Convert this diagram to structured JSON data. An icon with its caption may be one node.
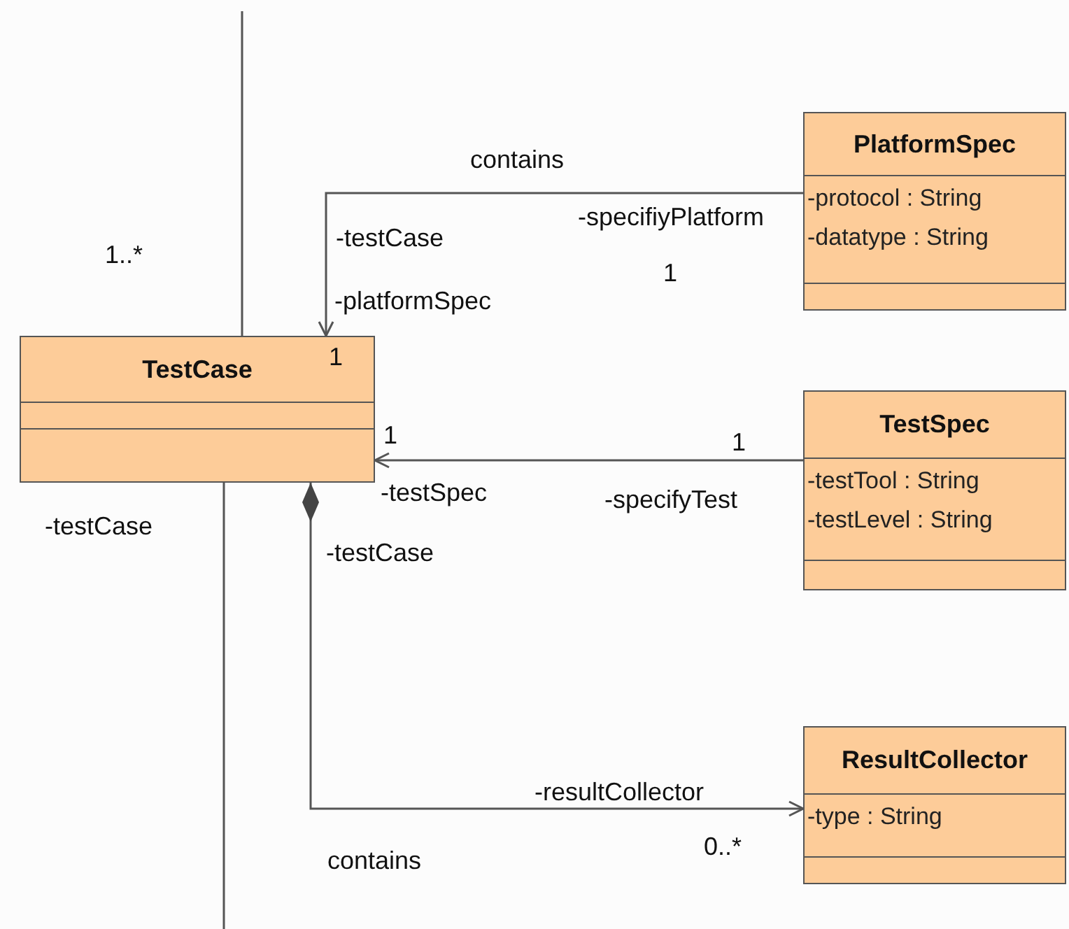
{
  "diagram": {
    "nodes": [
      {
        "text": [
          "TestCase"
        ]
      },
      {
        "text": [
          "PlatformSpec",
          "-protocol : String",
          "-datatype : String"
        ]
      },
      {
        "text": [
          "TestSpec",
          "-testTool : String",
          "-testLevel : String"
        ]
      },
      {
        "text": [
          "ResultCollector",
          "-type : String"
        ]
      }
    ],
    "edges": [
      {
        "from": 1,
        "to": 0,
        "arrow": "to",
        "label": "contains"
      },
      {
        "from": 2,
        "to": 0,
        "arrow": "to"
      },
      {
        "from": 0,
        "to": 3,
        "arrow": "to",
        "label": "contains"
      },
      {
        "from": null,
        "to": 0,
        "arrow": "none"
      },
      {
        "from": 0,
        "to": null,
        "arrow": "none"
      }
    ],
    "labels": [
      "1..*",
      "-testCase",
      "-specifiyPlatform",
      "1",
      "-platformSpec",
      "1",
      "1",
      "1",
      "-testSpec",
      "-specifyTest",
      "-testCase",
      "-testCase",
      "-resultCollector",
      "0..*"
    ]
  }
}
